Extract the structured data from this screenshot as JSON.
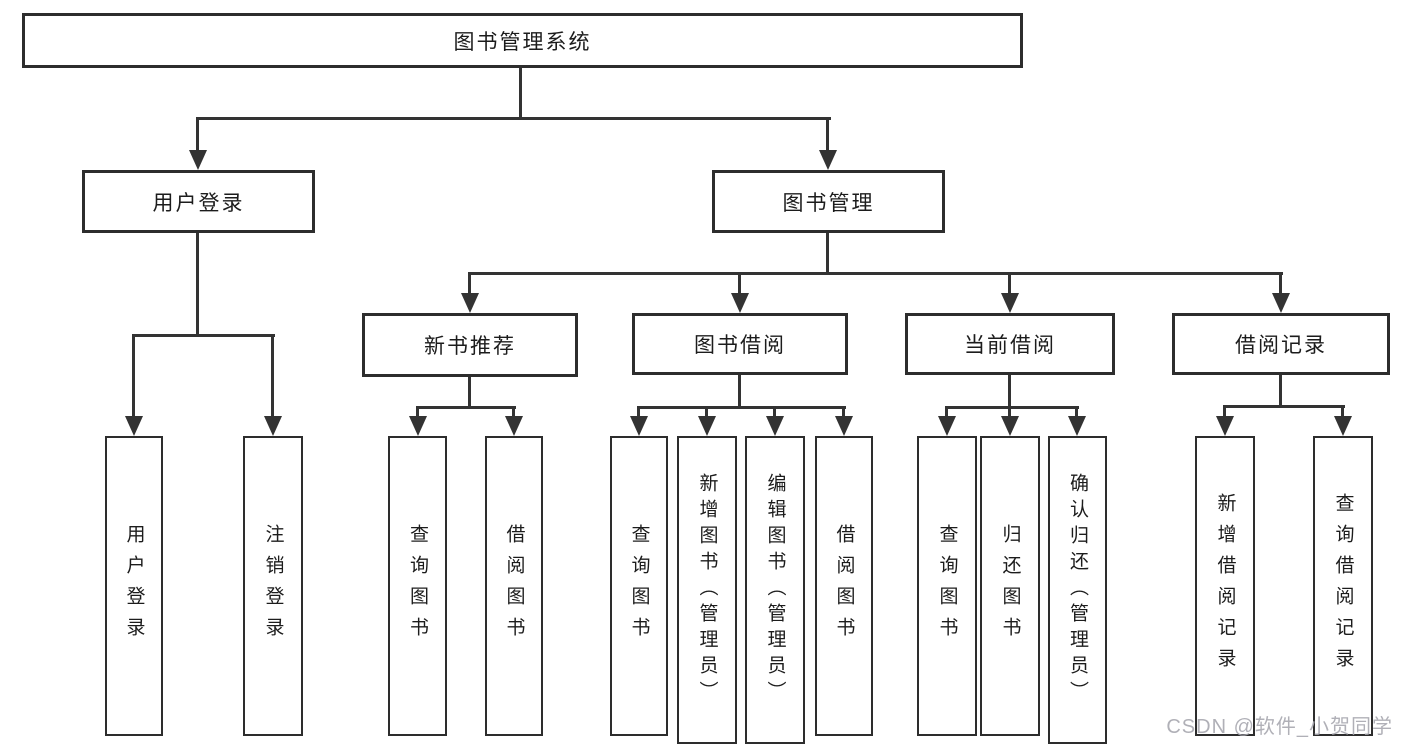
{
  "diagram": {
    "title": "图书管理系统",
    "nodes": {
      "root": "图书管理系统",
      "user_login": "用户登录",
      "book_mgmt": "图书管理",
      "new_book": "新书推荐",
      "book_borrow": "图书借阅",
      "current_borrow": "当前借阅",
      "borrow_record": "借阅记录",
      "leaf_user_login": "用户登录",
      "leaf_logout": "注销登录",
      "leaf_nb_query": "查询图书",
      "leaf_nb_borrow": "借阅图书",
      "leaf_bb_query": "查询图书",
      "leaf_bb_add": "新增图书（管理员）",
      "leaf_bb_edit": "编辑图书（管理员）",
      "leaf_bb_borrow": "借阅图书",
      "leaf_cb_query": "查询图书",
      "leaf_cb_return": "归还图书",
      "leaf_cb_confirm": "确认归还（管理员）",
      "leaf_br_add": "新增借阅记录",
      "leaf_br_query": "查询借阅记录"
    },
    "tree": {
      "图书管理系统": {
        "用户登录": [
          "用户登录",
          "注销登录"
        ],
        "图书管理": {
          "新书推荐": [
            "查询图书",
            "借阅图书"
          ],
          "图书借阅": [
            "查询图书",
            "新增图书（管理员）",
            "编辑图书（管理员）",
            "借阅图书"
          ],
          "当前借阅": [
            "查询图书",
            "归还图书",
            "确认归还（管理员）"
          ],
          "借阅记录": [
            "新增借阅记录",
            "查询借阅记录"
          ]
        }
      }
    }
  },
  "watermark": "CSDN @软件_小贺同学",
  "colors": {
    "background": "#ffffff",
    "line": "#333333",
    "border": "#2d2d2d",
    "text": "#1c1c1c",
    "watermark": "#a8a8b0"
  }
}
